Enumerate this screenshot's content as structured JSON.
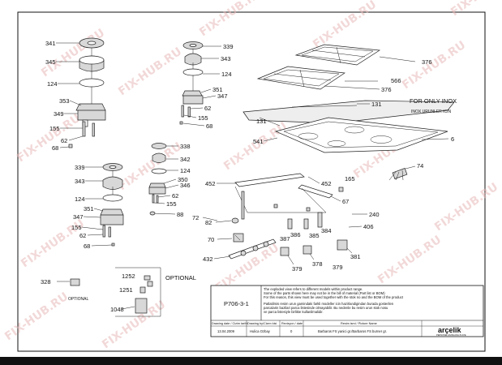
{
  "watermark": "FIX-HUB.RU",
  "part_numbers": {
    "p341": "341",
    "p345": "345",
    "p124a": "124",
    "p353": "353",
    "p349": "349",
    "p155a": "155",
    "p62a": "62",
    "p68a": "68",
    "p339a": "339",
    "p343a": "343",
    "p124b": "124",
    "p351a": "351",
    "p347a": "347",
    "p62b": "62",
    "p155b": "155",
    "p68b": "68",
    "p338": "338",
    "p342": "342",
    "p124c": "124",
    "p350": "350",
    "p346": "346",
    "p62c": "62",
    "p155c": "155",
    "p339b": "339",
    "p343b": "343",
    "p124d": "124",
    "p351b": "351",
    "p347b": "347",
    "p155d": "155",
    "p62d": "62",
    "p68c": "68",
    "p376a": "376",
    "p566": "566",
    "p376b": "376",
    "p131a": "131",
    "p131b": "131",
    "p541": "541",
    "p6": "6",
    "p165": "165",
    "p74": "74",
    "p452a": "452",
    "p452b": "452",
    "p67": "67",
    "p88": "88",
    "p72": "72",
    "p82": "82",
    "p240": "240",
    "p406": "406",
    "p387": "387",
    "p386": "386",
    "p385": "385",
    "p384": "384",
    "p70": "70",
    "p432": "432",
    "p381": "381",
    "p379a": "379",
    "p378": "378",
    "p379b": "379",
    "p328": "328",
    "p1252": "1252",
    "p1251": "1251",
    "p1048": "1048"
  },
  "notes": {
    "only_inox": "FOR ONLY INOX",
    "inox_urunler": "INOX URUNLER ICIN",
    "optional_a": "OPTIONAL",
    "optional_b": "OPTIONAL"
  },
  "title_block": {
    "drawing_no": "P706-3-1",
    "note_en_1": "The exploded view refers to different models within product range.",
    "note_en_2": "Some of the parts shown here may not be in the bill of material (Part list or BOM)",
    "note_en_3": "For this reason, this view must be used together with the stok no and the BOM of the product",
    "note_tr_1": "Patlatilmis resim urun gamindaki farkli modeller icin hazirlandigindan burada gosterilen",
    "note_tr_2": "parcalarin bazilari parca listesinde olmayabilir. Bu nedenle bu resim urun stok nosu",
    "note_tr_3": "ve parca listesiyle birlikte kullanilmalidir.",
    "drawing_date_label": "Drawing date / Cizim tarihi",
    "drawing_by_label": "Drawing by/Cizen kisi",
    "revision_label": "Revizyon / date",
    "picture_name_label": "Resim ismi / Picture Name",
    "drawing_date": "13.04.2009",
    "drawing_by": "Hulica Ozbay",
    "revision": "0",
    "picture_name": "Barbaros FS yanici gr./Barbaros FS burner gr.",
    "brand": "arçelik",
    "brand_sub": "PERSONEL EVIRLANG PLATE"
  },
  "colors": {
    "line": "#222222",
    "frame": "#000000",
    "watermark": "#e9b9b9"
  }
}
